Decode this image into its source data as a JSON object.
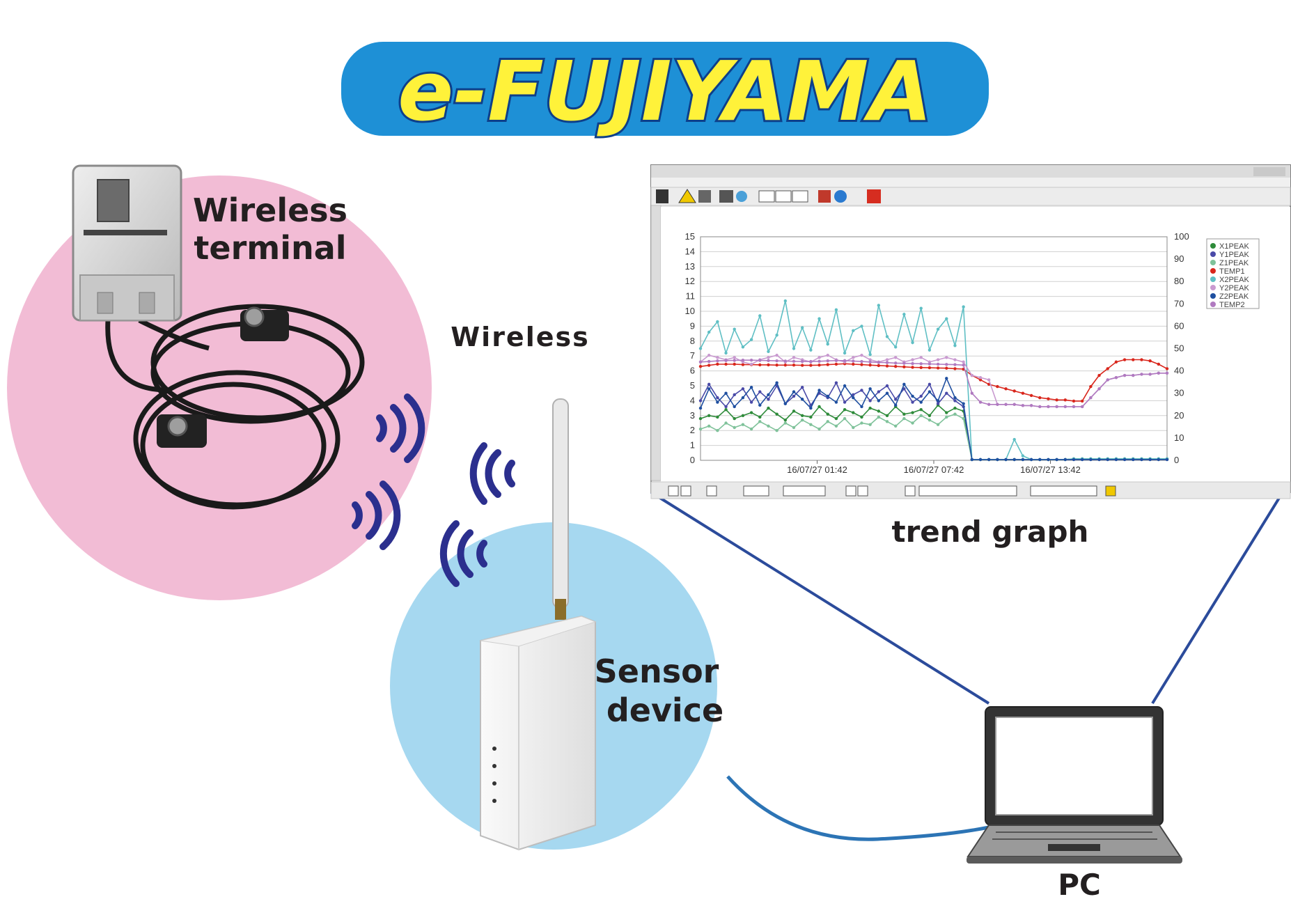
{
  "logo": {
    "text": "e-FUJIYAMA"
  },
  "labels": {
    "wireless_terminal_line1": "Wireless",
    "wireless_terminal_line2": "terminal",
    "wireless": "Wireless",
    "sensor_device_line1": "Sensor",
    "sensor_device_line2": "device",
    "trend_graph": "trend graph",
    "pc": "PC"
  },
  "colors": {
    "pink_circle": "#f2bcd5",
    "blue_circle": "#a6d8f0",
    "logo_fill": "#fff23a",
    "logo_outline": "#1e90d6",
    "logo_stroke_dark": "#0d3f8a",
    "wave": "#2b2f8e",
    "connector": "#2b4b9b",
    "cable": "#2c74b5"
  },
  "chart_data": {
    "type": "line",
    "x_tick_labels": [
      "16/07/27 01:42",
      "16/07/27 07:42",
      "16/07/27 13:42"
    ],
    "ylim_left": [
      0,
      15
    ],
    "yticks_left": [
      0,
      1,
      2,
      3,
      4,
      5,
      6,
      7,
      8,
      9,
      10,
      11,
      12,
      13,
      14,
      15
    ],
    "ylim_right": [
      0,
      100
    ],
    "yticks_right": [
      0,
      10,
      20,
      30,
      40,
      50,
      60,
      70,
      80,
      90,
      100
    ],
    "grid": true,
    "legend_position": "right",
    "n_points": 56,
    "series": [
      {
        "name": "X1PEAK",
        "color": "#2e8b3a",
        "axis": "left",
        "values": [
          2.8,
          3.0,
          2.9,
          3.4,
          2.8,
          3.0,
          3.2,
          2.9,
          3.5,
          3.1,
          2.7,
          3.3,
          3.0,
          2.9,
          3.6,
          3.1,
          2.8,
          3.4,
          3.2,
          2.9,
          3.5,
          3.3,
          3.0,
          3.6,
          3.1,
          3.2,
          3.4,
          3.0,
          3.7,
          3.2,
          3.5,
          3.3,
          0.05,
          0.05,
          0.05,
          0.05,
          0.05,
          0.05,
          0.05,
          0.05,
          0.05,
          0.05,
          0.05,
          0.05,
          0.1,
          0.1,
          0.1,
          0.1,
          0.1,
          0.1,
          0.1,
          0.1,
          0.1,
          0.1,
          0.1,
          0.1
        ]
      },
      {
        "name": "Y1PEAK",
        "color": "#4a4aa8",
        "axis": "left",
        "values": [
          4.0,
          5.1,
          4.2,
          3.6,
          4.4,
          4.8,
          3.9,
          4.6,
          4.1,
          5.0,
          3.8,
          4.3,
          4.9,
          3.7,
          4.5,
          4.2,
          5.2,
          3.9,
          4.4,
          4.7,
          4.0,
          4.6,
          5.0,
          4.1,
          4.8,
          3.9,
          4.3,
          5.1,
          3.8,
          4.5,
          4.0,
          3.6,
          0.05,
          0.05,
          0.05,
          0.05,
          0.05,
          0.05,
          0.05,
          0.05,
          0.05,
          0.05,
          0.05,
          0.05,
          0.05,
          0.05,
          0.05,
          0.05,
          0.05,
          0.05,
          0.05,
          0.05,
          0.05,
          0.05,
          0.05,
          0.05
        ]
      },
      {
        "name": "Z1PEAK",
        "color": "#7fc29a",
        "axis": "left",
        "values": [
          2.1,
          2.3,
          2.0,
          2.5,
          2.2,
          2.4,
          2.1,
          2.6,
          2.3,
          2.0,
          2.5,
          2.2,
          2.7,
          2.4,
          2.1,
          2.6,
          2.3,
          2.8,
          2.2,
          2.5,
          2.4,
          2.9,
          2.6,
          2.3,
          2.8,
          2.5,
          3.0,
          2.7,
          2.4,
          2.9,
          3.1,
          2.8,
          0.05,
          0.05,
          0.05,
          0.05,
          0.05,
          0.05,
          0.05,
          0.05,
          0.05,
          0.05,
          0.05,
          0.05,
          0.1,
          0.1,
          0.1,
          0.1,
          0.1,
          0.1,
          0.1,
          0.1,
          0.1,
          0.1,
          0.1,
          0.1
        ]
      },
      {
        "name": "TEMP1",
        "color": "#d9261c",
        "axis": "right",
        "values": [
          42,
          42.5,
          43,
          43,
          43,
          42.8,
          42.8,
          42.7,
          42.7,
          42.6,
          42.6,
          42.6,
          42.5,
          42.5,
          42.6,
          42.8,
          43,
          43.2,
          43,
          42.8,
          42.6,
          42.4,
          42.2,
          42,
          41.8,
          41.6,
          41.5,
          41.4,
          41.3,
          41.2,
          41,
          40.8,
          38,
          36,
          34,
          33,
          32,
          31,
          30,
          29,
          28,
          27.5,
          27,
          27,
          26.5,
          26.5,
          33,
          38,
          41,
          44,
          45,
          45,
          45,
          44.5,
          43,
          41
        ]
      },
      {
        "name": "X2PEAK",
        "color": "#5fbfc4",
        "axis": "left",
        "values": [
          7.5,
          8.6,
          9.3,
          7.2,
          8.8,
          7.6,
          8.1,
          9.7,
          7.3,
          8.4,
          10.7,
          7.5,
          8.9,
          7.4,
          9.5,
          7.8,
          10.1,
          7.2,
          8.7,
          9.0,
          7.1,
          10.4,
          8.3,
          7.6,
          9.8,
          7.9,
          10.2,
          7.4,
          8.8,
          9.5,
          7.7,
          10.3,
          0.05,
          0.05,
          0.05,
          0.05,
          0.05,
          1.4,
          0.3,
          0.05,
          0.05,
          0.05,
          0.05,
          0.05,
          0.1,
          0.1,
          0.1,
          0.1,
          0.1,
          0.1,
          0.1,
          0.1,
          0.1,
          0.1,
          0.1,
          0.1
        ]
      },
      {
        "name": "Y2PEAK",
        "color": "#c99ad0",
        "axis": "right",
        "values": [
          44,
          47,
          46,
          45,
          46,
          44,
          43,
          45,
          46,
          47,
          44,
          46,
          45,
          44,
          46,
          47,
          45,
          44,
          46,
          47,
          45,
          44,
          45,
          46,
          44,
          45,
          46,
          44,
          45,
          46,
          45,
          44,
          38,
          37,
          36,
          25,
          25,
          25,
          24.5,
          24.5,
          24,
          24,
          24,
          24,
          24,
          24,
          28,
          32,
          36,
          37,
          38,
          38,
          38.5,
          38.5,
          39,
          39
        ]
      },
      {
        "name": "Z2PEAK",
        "color": "#1f4fa0",
        "axis": "left",
        "values": [
          3.5,
          4.8,
          3.9,
          4.5,
          3.6,
          4.2,
          4.9,
          3.7,
          4.4,
          5.2,
          3.8,
          4.6,
          4.1,
          3.5,
          4.7,
          4.3,
          3.9,
          5.0,
          4.2,
          3.6,
          4.8,
          4.0,
          4.5,
          3.7,
          5.1,
          4.3,
          3.9,
          4.6,
          4.0,
          5.5,
          4.2,
          3.8,
          0.05,
          0.05,
          0.05,
          0.05,
          0.05,
          0.05,
          0.05,
          0.05,
          0.05,
          0.05,
          0.05,
          0.05,
          0.05,
          0.05,
          0.05,
          0.05,
          0.05,
          0.05,
          0.05,
          0.05,
          0.05,
          0.05,
          0.05,
          0.05
        ]
      },
      {
        "name": "TEMP2",
        "color": "#b07ac0",
        "axis": "right",
        "values": [
          44,
          44.2,
          44.5,
          44.6,
          44.7,
          44.8,
          44.8,
          44.7,
          44.6,
          44.5,
          44.4,
          44.3,
          44.2,
          44.2,
          44.3,
          44.5,
          44.6,
          44.6,
          44.4,
          44.2,
          44.0,
          43.8,
          43.7,
          43.5,
          43.4,
          43.3,
          43.2,
          43.1,
          43.0,
          42.9,
          42.8,
          42.6,
          30,
          26,
          25,
          25,
          25,
          25,
          24.5,
          24.5,
          24,
          24,
          24,
          24,
          24,
          24,
          28,
          32,
          36,
          37,
          38,
          38,
          38.5,
          38.5,
          39,
          39
        ]
      }
    ]
  }
}
